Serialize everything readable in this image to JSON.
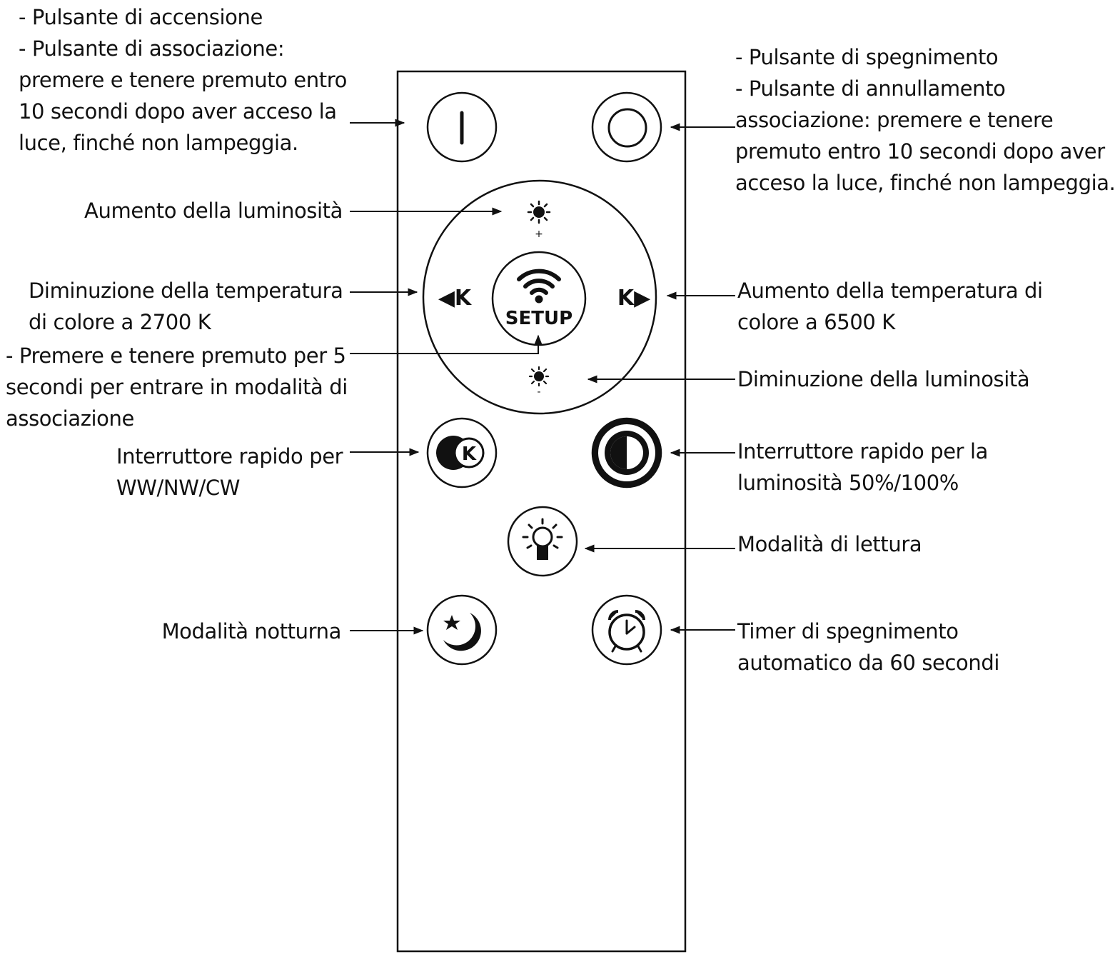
{
  "labels": {
    "power_on": [
      "- Pulsante di accensione",
      "- Pulsante di associazione:",
      "premere e tenere premuto entro",
      "10 secondi dopo aver acceso la",
      "luce, finché non lampeggia."
    ],
    "power_off": [
      "- Pulsante di spegnimento",
      "- Pulsante di annullamento",
      "associazione: premere e tenere",
      "premuto entro 10 secondi dopo aver",
      "acceso la luce, finché non lampeggia."
    ],
    "brightness_up": [
      "Aumento della luminosità"
    ],
    "temp_down": [
      "Diminuzione della temperatura",
      "di colore a 2700 K"
    ],
    "temp_up": [
      "Aumento della temperatura di",
      "colore a 6500 K"
    ],
    "setup": [
      "- Premere e tenere premuto per 5",
      "secondi per entrare in modalità di",
      "associazione"
    ],
    "brightness_down": [
      "Diminuzione della luminosità"
    ],
    "cct_switch": [
      "Interruttore rapido per",
      "WW/NW/CW"
    ],
    "brightness_switch": [
      "Interruttore rapido per la",
      "luminosità 50%/100%"
    ],
    "reading_mode": [
      "Modalità di lettura"
    ],
    "night_mode": [
      "Modalità notturna"
    ],
    "timer": [
      "Timer di spegnimento",
      "automatico da 60 secondi"
    ]
  },
  "remote": {
    "setup_text": "SETUP",
    "k_left": "◀K",
    "k_right": "K▶",
    "k_badge": "K",
    "plus_sign": "+",
    "minus_sign": "-"
  }
}
